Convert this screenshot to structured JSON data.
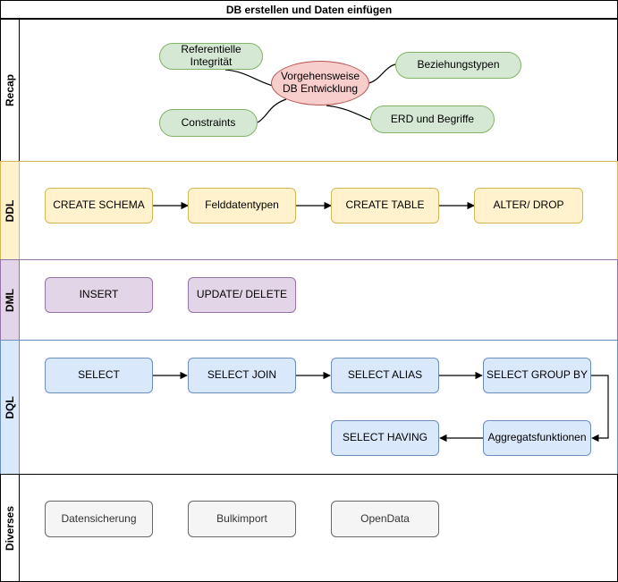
{
  "title": "DB erstellen und Daten einfügen",
  "lanes": {
    "recap": "Recap",
    "ddl": "DDL",
    "dml": "DML",
    "dql": "DQL",
    "diverses": "Diverses"
  },
  "recap": {
    "center": "Vorgehensweise DB Entwicklung",
    "referentielle": "Referentielle Integrität",
    "constraints": "Constraints",
    "beziehungstypen": "Beziehungstypen",
    "erd": "ERD und Begriffe"
  },
  "ddl": [
    "CREATE SCHEMA",
    "Felddatentypen",
    "CREATE TABLE",
    "ALTER/ DROP"
  ],
  "dml": [
    "INSERT",
    "UPDATE/ DELETE"
  ],
  "dql": {
    "select": "SELECT",
    "join": "SELECT JOIN",
    "alias": "SELECT ALIAS",
    "groupby": "SELECT GROUP BY",
    "aggregat": "Aggregatsfunktionen",
    "having": "SELECT HAVING"
  },
  "diverses": [
    "Datensicherung",
    "Bulkimport",
    "OpenData"
  ],
  "colors": {
    "ddl_lane": "#d6b656",
    "dml_lane": "#9673a6",
    "dql_lane": "#6c8ebf",
    "mindmap_green": "#d5e8d4",
    "mindmap_red": "#f8cecc"
  }
}
